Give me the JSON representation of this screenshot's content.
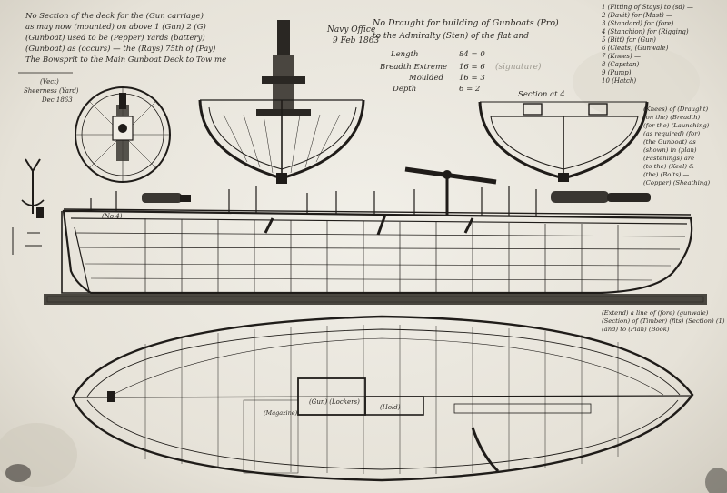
{
  "colors": {
    "paper": "#ece9e1",
    "ink": "#1f1c19",
    "keel_bar": "#4a4740"
  },
  "header": {
    "navy_office_stamp": [
      "Navy Office",
      "9 Feb 1863"
    ],
    "title_lines": [
      "No Draught for building of Gunboats (Pro)",
      "to the Admiralty (Sten) of the flat and"
    ],
    "dimensions": [
      {
        "label": "Length",
        "value": "84 = 0"
      },
      {
        "label": "Breadth Extreme",
        "value": "16 = 6"
      },
      {
        "label": "Moulded",
        "value": "16 = 3"
      },
      {
        "label": "Depth",
        "value": "6 = 2"
      }
    ],
    "section_label": "Section at 4"
  },
  "notes": {
    "top_left": [
      "No Section of the deck for the (Gun carriage)",
      "as may now (mounted) on above 1 (Gun) 2 (G)",
      "(Gunboat) used to be (Pepper) Yards (battery)",
      "(Gunboat) as (occurs) — the (Rays) 75th of (Pay)",
      "The Bowsprit to the Main Gunboat Deck to Tow me"
    ],
    "stamp_left": [
      "(Vect)",
      "Sheerness (Yard)",
      "Dec 1863"
    ],
    "top_right": [
      "1 (Fitting of Stays) to (sd) —",
      "2 (Davit) for (Mast) —",
      "3 (Standard) for (fore)",
      "4 (Stanchion) for (Rigging)",
      "5 (Bitt) for (Gun)",
      "6 (Cleats) (Gunwale)",
      "7 (Knees) —",
      "8 (Capstan)",
      "9 (Pump)",
      "10 (Hatch)"
    ],
    "right_middle": [
      "(Knees) of (Draught)",
      "(on the) (Breadth)",
      "(for the) (Launching)",
      "(as required) (for)",
      "(the Gunboat) as",
      "(shown) in (plan)",
      "(Fastenings) are",
      "(to the) (Keel) &",
      "(the) (Bolts) —",
      "(Copper) (Sheathing)"
    ],
    "right_lower": [
      "(Extend) a line of (fore) (gunwale)",
      "(Section) of (Timber) (fits) (Section) (1)",
      "(and) to (Plan) (Book)"
    ]
  },
  "plan_labels": {
    "hatch_left": "(Gun) (Lockers)",
    "hatch_right": "(Hold)",
    "magazine": "(Magazine)"
  },
  "profile_labels": {
    "station_mark": "(No 4)"
  }
}
